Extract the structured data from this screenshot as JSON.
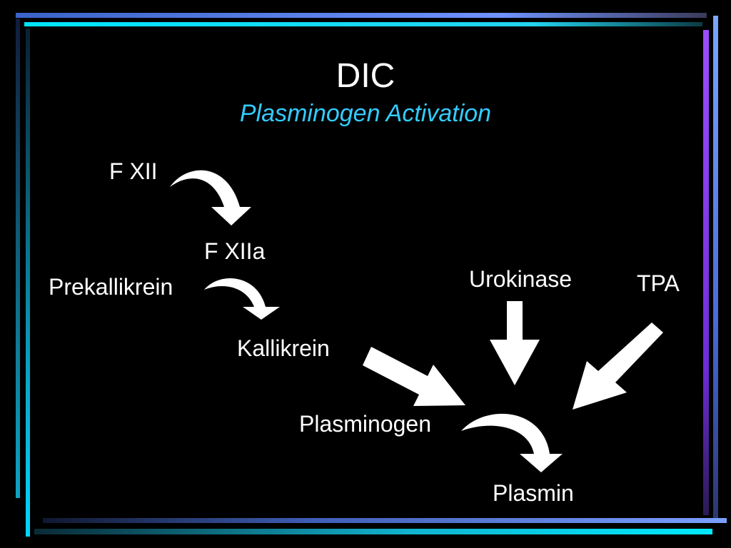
{
  "slide": {
    "title": "DIC",
    "subtitle": "Plasminogen Activation",
    "colors": {
      "background": "#000000",
      "text": "#ffffff",
      "subtitle": "#33ccff",
      "arrow": "#ffffff",
      "frame_blue": "#6699ff",
      "frame_cyan": "#00e5ff",
      "frame_purple": "#8a3dff"
    }
  },
  "nodes": {
    "fxii": "F XII",
    "fxiia": "F XIIa",
    "prekallikrein": "Prekallikrein",
    "kallikrein": "Kallikrein",
    "urokinase": "Urokinase",
    "tpa": "TPA",
    "plasminogen": "Plasminogen",
    "plasmin": "Plasmin"
  }
}
